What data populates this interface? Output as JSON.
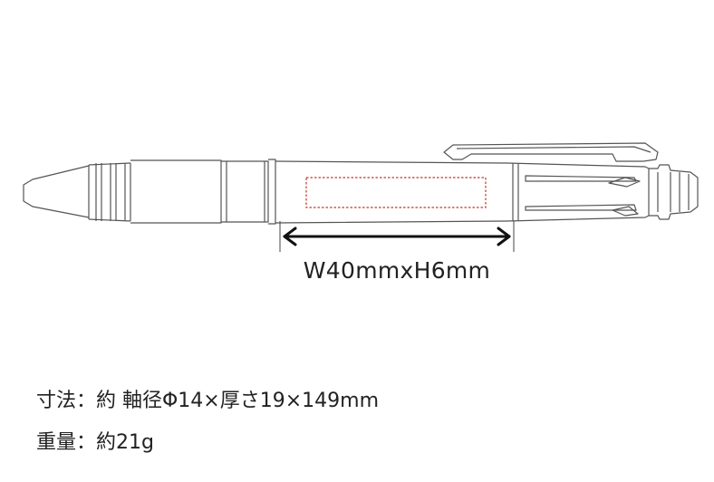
{
  "dimension_label": "W40mmxH6mm",
  "specs": {
    "size": "寸法：約 軸径Φ14×厚さ19×149mm",
    "weight": "重量：約21g"
  },
  "colors": {
    "outline": "#555555",
    "print_area": "#c0392b",
    "arrow": "#111111",
    "text": "#222222"
  }
}
